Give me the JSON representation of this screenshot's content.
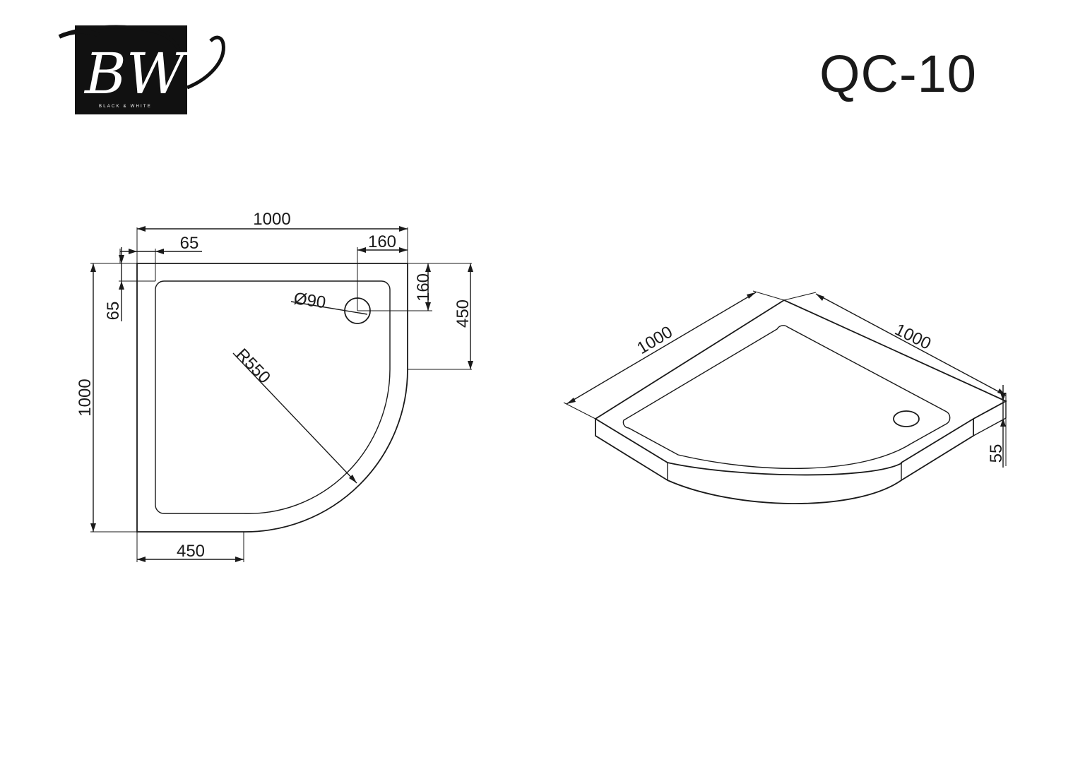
{
  "brand": {
    "logo_letters": "BW",
    "logo_subtitle": "BLACK & WHITE"
  },
  "model": "QC-10",
  "top_view": {
    "width": "1000",
    "height": "1000",
    "rim_top": "65",
    "rim_left": "65",
    "drain_offset_x": "160",
    "drain_offset_y": "160",
    "drain_diameter": "Ø90",
    "straight_right": "450",
    "straight_bottom": "450",
    "radius": "R550"
  },
  "iso_view": {
    "side_left": "1000",
    "side_right": "1000",
    "height": "55"
  }
}
